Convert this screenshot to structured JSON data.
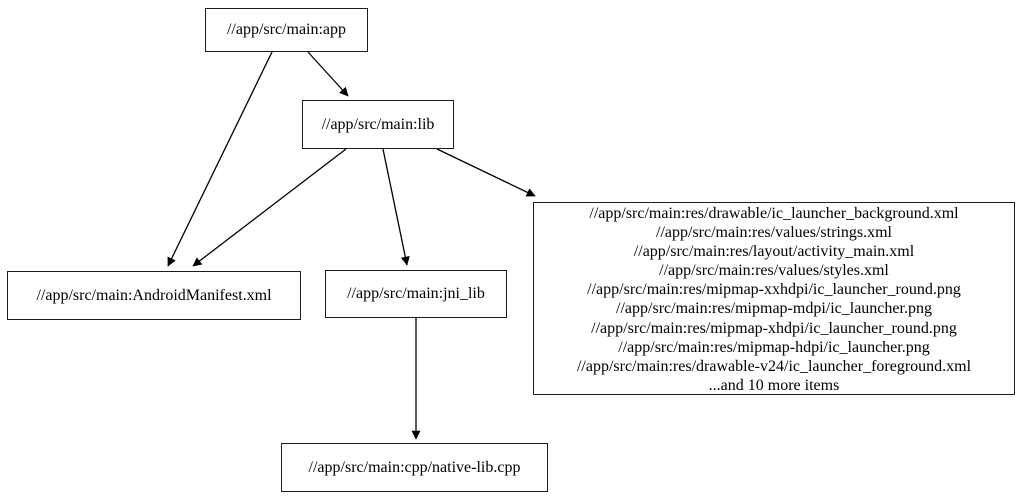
{
  "diagram": {
    "type": "dependency-graph",
    "background_color": "#ffffff",
    "node_border_color": "#1c1c1c",
    "edge_color": "#000000",
    "nodes": {
      "app": {
        "label": "//app/src/main:app"
      },
      "lib": {
        "label": "//app/src/main:lib"
      },
      "android_manifest": {
        "label": "//app/src/main:AndroidManifest.xml"
      },
      "jni_lib": {
        "label": "//app/src/main:jni_lib"
      },
      "res_group": {
        "lines": [
          "//app/src/main:res/drawable/ic_launcher_background.xml",
          "//app/src/main:res/values/strings.xml",
          "//app/src/main:res/layout/activity_main.xml",
          "//app/src/main:res/values/styles.xml",
          "//app/src/main:res/mipmap-xxhdpi/ic_launcher_round.png",
          "//app/src/main:res/mipmap-mdpi/ic_launcher.png",
          "//app/src/main:res/mipmap-xhdpi/ic_launcher_round.png",
          "//app/src/main:res/mipmap-hdpi/ic_launcher.png",
          "//app/src/main:res/drawable-v24/ic_launcher_foreground.xml",
          "...and 10 more items"
        ]
      },
      "native_lib_cpp": {
        "label": "//app/src/main:cpp/native-lib.cpp"
      }
    },
    "edges": [
      {
        "from": "//app/src/main:app",
        "to": "//app/src/main:lib"
      },
      {
        "from": "//app/src/main:app",
        "to": "//app/src/main:AndroidManifest.xml"
      },
      {
        "from": "//app/src/main:lib",
        "to": "//app/src/main:AndroidManifest.xml"
      },
      {
        "from": "//app/src/main:lib",
        "to": "//app/src/main:jni_lib"
      },
      {
        "from": "//app/src/main:lib",
        "to": "res-group"
      },
      {
        "from": "//app/src/main:jni_lib",
        "to": "//app/src/main:cpp/native-lib.cpp"
      }
    ]
  }
}
